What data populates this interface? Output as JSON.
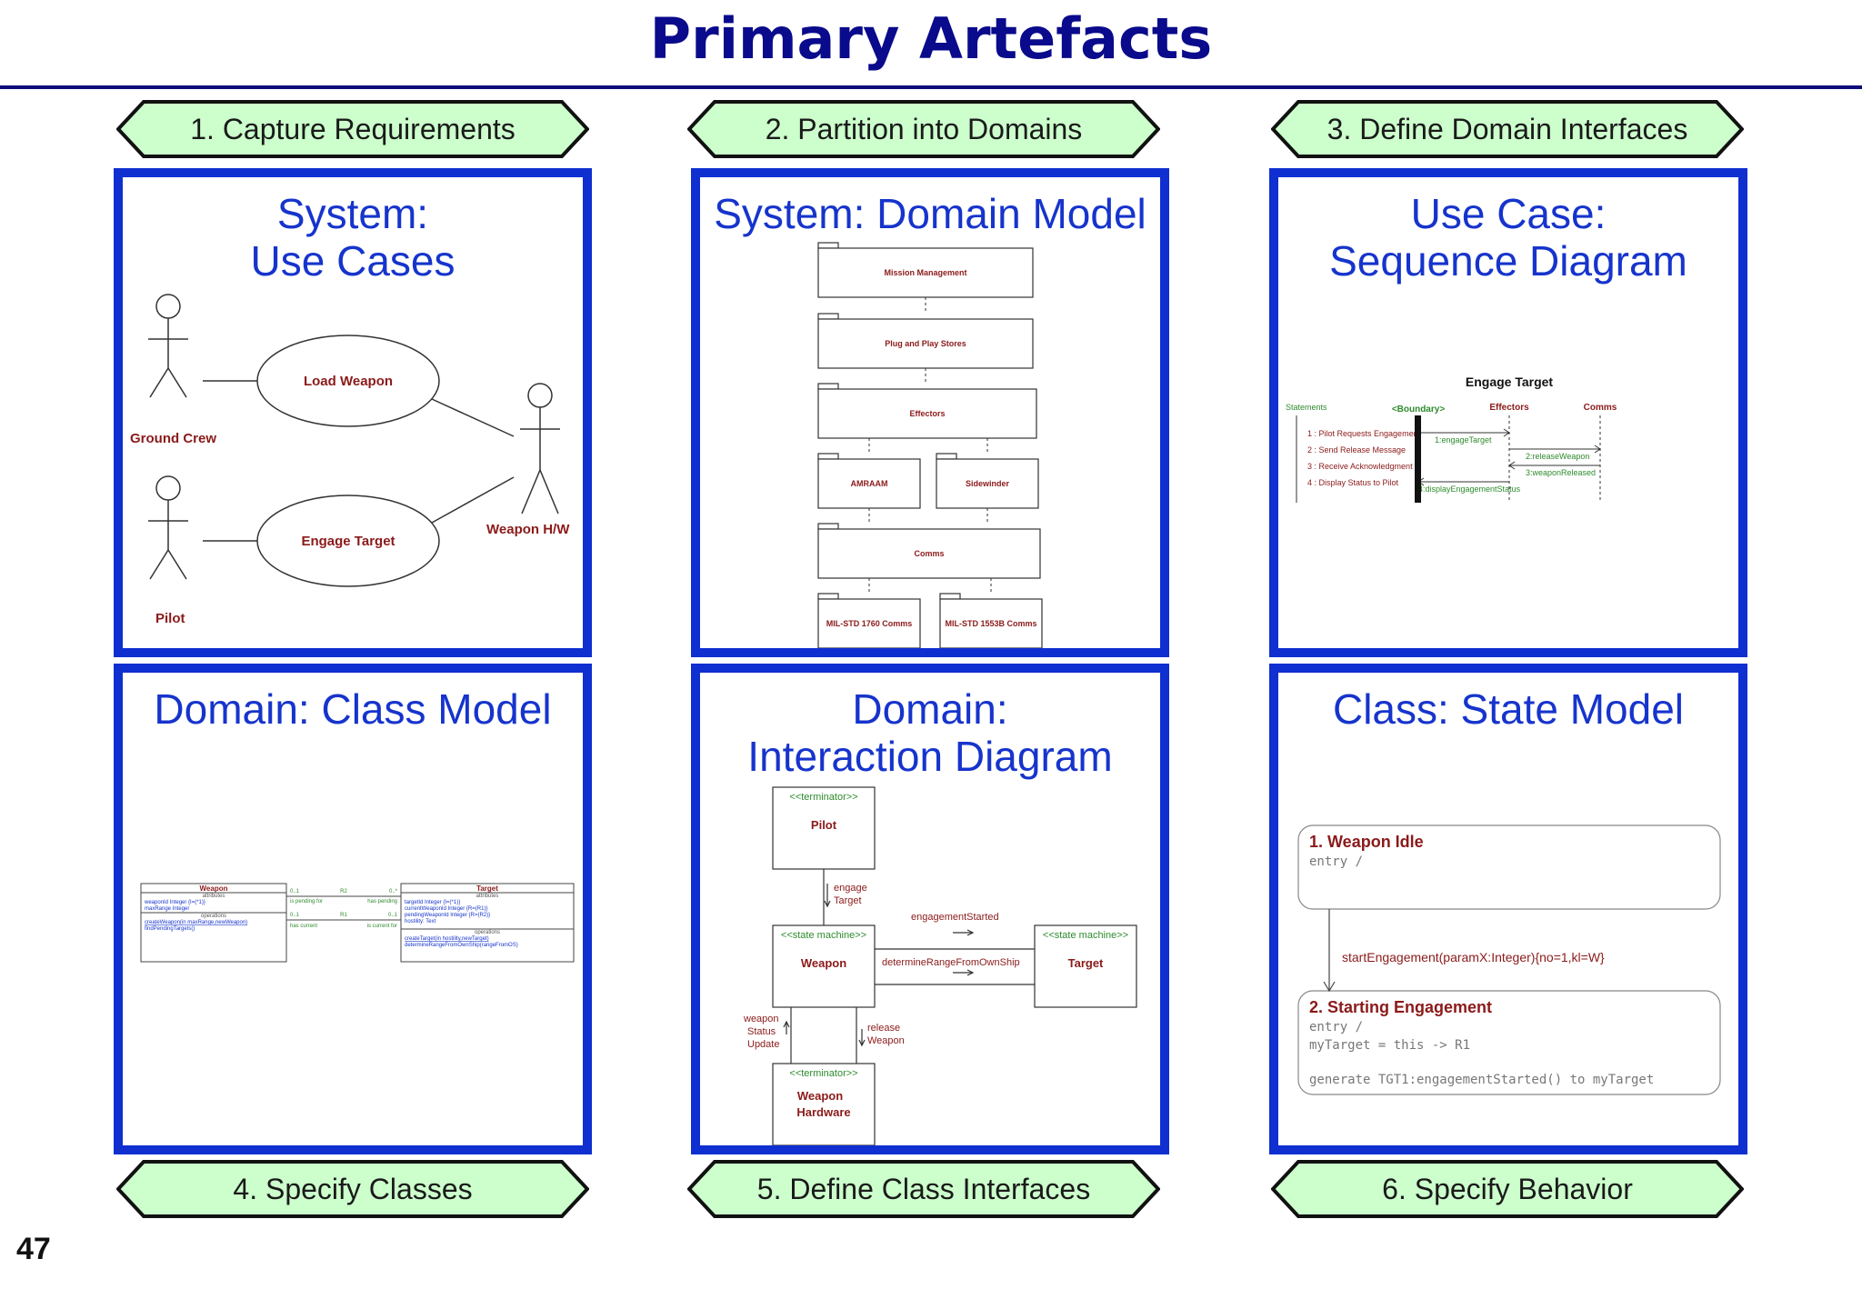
{
  "title": "Primary Artefacts",
  "slide_number": "47",
  "steps": [
    "1. Capture Requirements",
    "2. Partition into  Domains",
    "3. Define Domain Interfaces",
    "4. Specify Classes",
    "5. Define Class Interfaces",
    "6. Specify Behavior"
  ],
  "panels": {
    "use_cases": {
      "title_line1": "System:",
      "title_line2": "Use Cases",
      "actors": [
        "Ground Crew",
        "Pilot",
        "Weapon H/W"
      ],
      "use_cases": [
        "Load Weapon",
        "Engage Target"
      ]
    },
    "domain_model": {
      "title": "System: Domain Model",
      "packages": [
        "Mission Management",
        "Plug and Play Stores",
        "Effectors",
        "AMRAAM",
        "Sidewinder",
        "Comms",
        "MIL-STD 1760 Comms",
        "MIL-STD 1553B Comms"
      ]
    },
    "sequence": {
      "title_line1": "Use Case:",
      "title_line2": "Sequence Diagram",
      "diagram_title": "Engage Target",
      "statements_label": "Statements",
      "lifelines": [
        "<Boundary>",
        "Effectors",
        "Comms"
      ],
      "statements": [
        "1 : Pilot Requests Engagement",
        "2 : Send Release Message",
        "3 : Receive Acknowledgment",
        "4 : Display Status to Pilot"
      ],
      "messages": [
        "1:engageTarget",
        "2:releaseWeapon",
        "3:weaponReleased",
        "4:displayEngagementStatus"
      ]
    },
    "class_model": {
      "title": "Domain: Class Model",
      "weapon": {
        "name": "Weapon",
        "attr_header": "attributes",
        "attributes": [
          "weaponId Integer {I=(*1)}",
          "maxRange Integer"
        ],
        "op_header": "operations",
        "operations": [
          "createWeapon(in maxRange,newWeapon)",
          "findPendingTargets()"
        ]
      },
      "target": {
        "name": "Target",
        "attr_header": "attributes",
        "attributes": [
          "targetId Integer {I=(*1)}",
          "currentWeaponId Integer {R=(R1)}",
          "pendingWeaponId Integer {R=(R2)}",
          "hostility: Text"
        ],
        "op_header": "operations",
        "operations": [
          "createTarget(in hostility,newTarget)",
          "determineRangeFromOwnShip(rangeFromOS)"
        ]
      },
      "assoc_r2": {
        "name": "R2",
        "left_mult": "0..1",
        "right_mult": "0..*",
        "left_role": "is pending for",
        "right_role": "has pending"
      },
      "assoc_r1": {
        "name": "R1",
        "left_mult": "0..1",
        "right_mult": "0..1",
        "left_role": "has current",
        "right_role": "is current for"
      }
    },
    "interaction": {
      "title_line1": "Domain:",
      "title_line2": "Interaction Diagram",
      "pilot_stereo": "<<terminator>>",
      "pilot_name": "Pilot",
      "weapon_stereo": "<<state machine>>",
      "weapon_name": "Weapon",
      "target_stereo": "<<state machine>>",
      "target_name": "Target",
      "hw_stereo": "<<terminator>>",
      "hw_name_1": "Weapon",
      "hw_name_2": "Hardware",
      "msg_engage_1": "engage",
      "msg_engage_2": "Target",
      "msg_started": "engagementStarted",
      "msg_range": "determineRangeFromOwnShip",
      "msg_status_1": "weapon",
      "msg_status_2": "Status",
      "msg_status_3": "Update",
      "msg_release_1": "release",
      "msg_release_2": "Weapon"
    },
    "state_model": {
      "title": "Class: State Model",
      "state1_name": "1. Weapon Idle",
      "state1_entry": "entry /",
      "transition": "startEngagement(paramX:Integer){no=1,kl=W}",
      "state2_name": "2. Starting Engagement",
      "state2_entry": "entry /",
      "state2_line1": "myTarget = this -> R1",
      "state2_line2": "generate TGT1:engagementStarted() to myTarget"
    }
  },
  "colors": {
    "title": "#0a0a8c",
    "panel_border": "#0f2fd1",
    "panel_title": "#1634cc",
    "banner_fill": "#ccffcc",
    "diagram_red": "#8b1a1a",
    "diagram_green": "#2e8b2e"
  }
}
